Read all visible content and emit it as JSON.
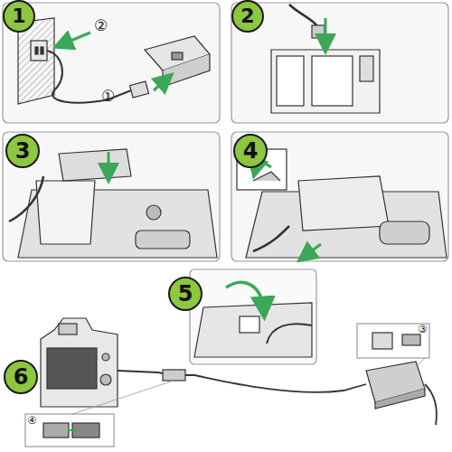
{
  "diagram": {
    "nodes": [
      {
        "text": [
          "1"
        ]
      },
      {
        "text": [
          "2"
        ]
      },
      {
        "text": [
          "3"
        ]
      },
      {
        "text": [
          "4"
        ]
      },
      {
        "text": [
          "5"
        ]
      },
      {
        "text": [
          "6"
        ]
      }
    ],
    "labels": [
      "①",
      "②",
      "③",
      "④"
    ]
  }
}
